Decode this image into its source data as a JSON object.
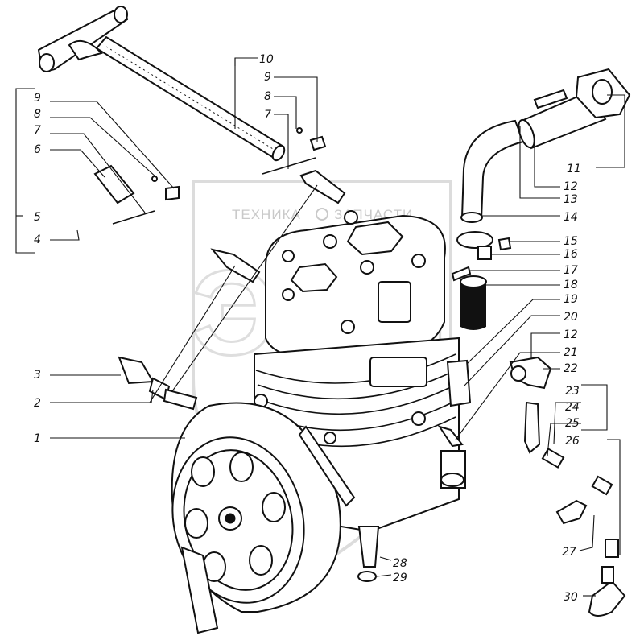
{
  "watermark": {
    "left_text": "ТЕХНИКА",
    "right_text": "ЗАПЧАСТИ",
    "emblem_text": "ЭПЦ"
  },
  "callouts": [
    {
      "n": "1"
    },
    {
      "n": "2"
    },
    {
      "n": "3"
    },
    {
      "n": "4"
    },
    {
      "n": "5"
    },
    {
      "n": "6"
    },
    {
      "n": "7"
    },
    {
      "n": "8"
    },
    {
      "n": "9"
    },
    {
      "n": "10"
    },
    {
      "n": "9"
    },
    {
      "n": "8"
    },
    {
      "n": "7"
    },
    {
      "n": "11"
    },
    {
      "n": "12"
    },
    {
      "n": "13"
    },
    {
      "n": "14"
    },
    {
      "n": "15"
    },
    {
      "n": "16"
    },
    {
      "n": "17"
    },
    {
      "n": "18"
    },
    {
      "n": "19"
    },
    {
      "n": "20"
    },
    {
      "n": "12"
    },
    {
      "n": "21"
    },
    {
      "n": "22"
    },
    {
      "n": "23"
    },
    {
      "n": "24"
    },
    {
      "n": "25"
    },
    {
      "n": "26"
    },
    {
      "n": "27"
    },
    {
      "n": "28"
    },
    {
      "n": "29"
    },
    {
      "n": "30"
    }
  ]
}
